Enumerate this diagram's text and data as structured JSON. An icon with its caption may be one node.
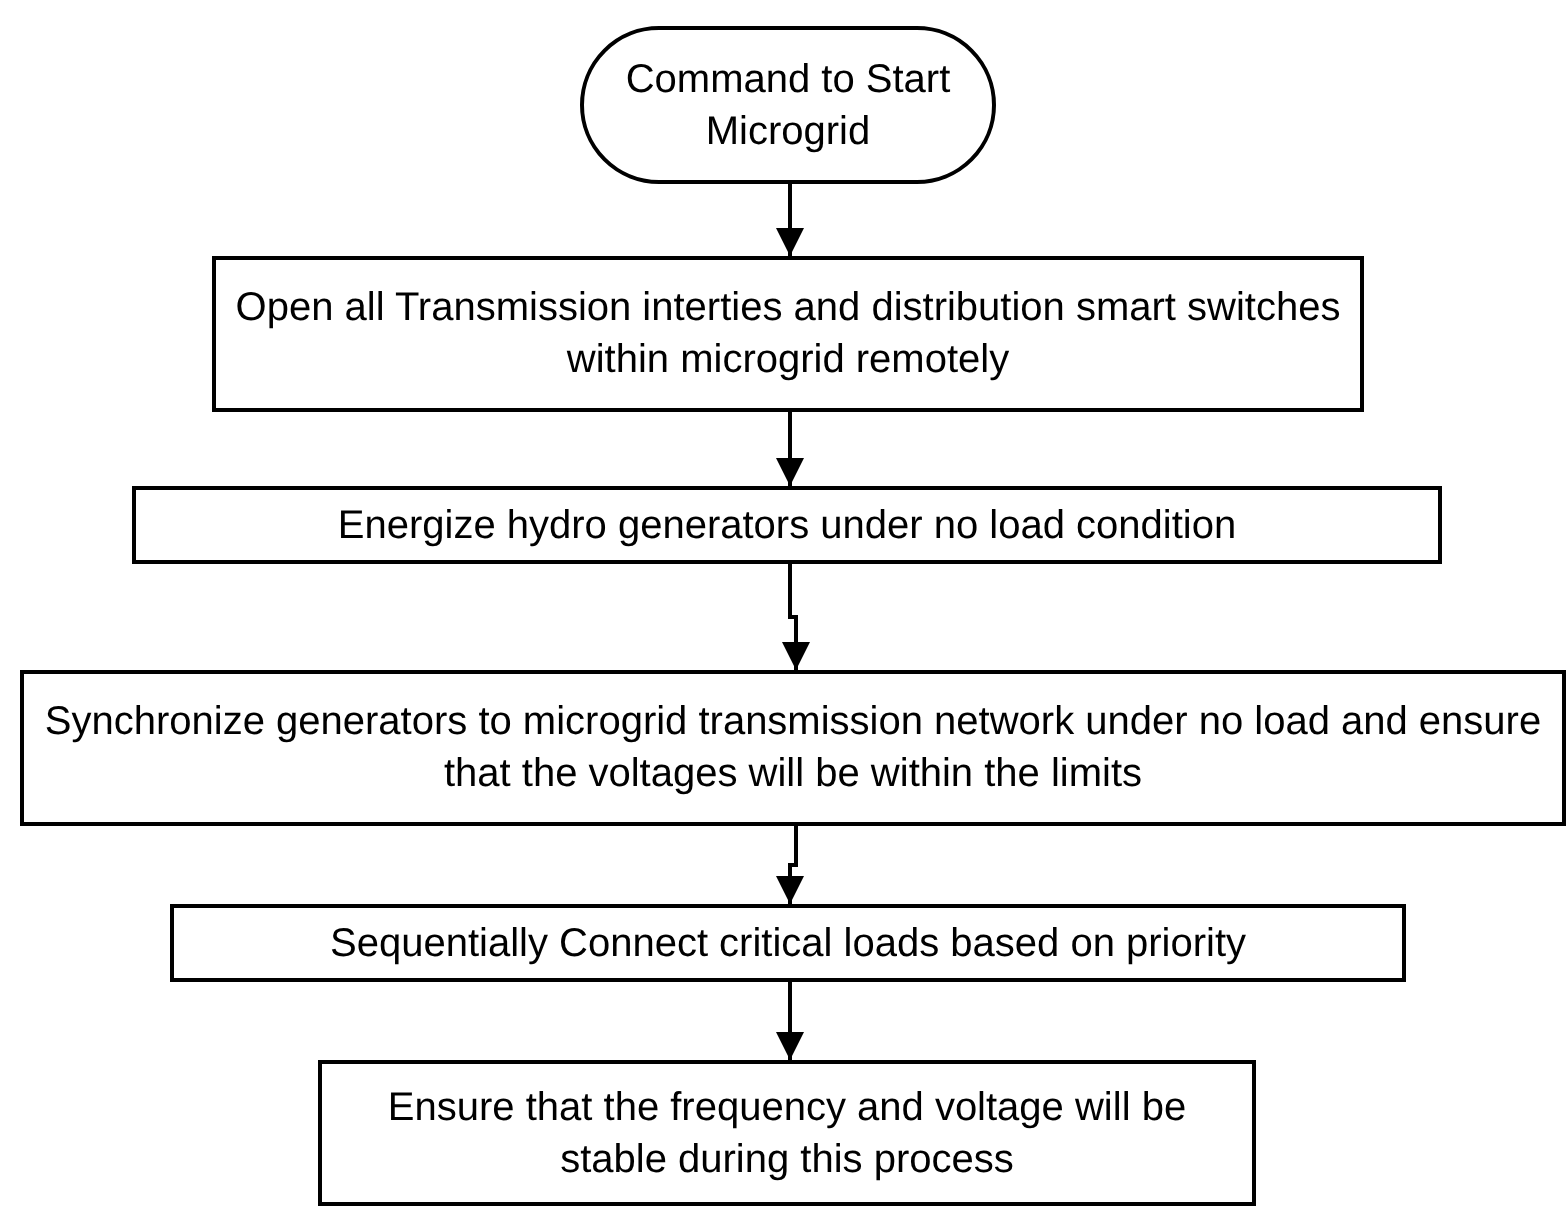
{
  "diagram": {
    "nodes": [
      {
        "text": [
          "Command to Start Microgrid"
        ]
      },
      {
        "text": [
          "Open all Transmission interties and distribution smart switches within microgrid remotely"
        ]
      },
      {
        "text": [
          "Energize hydro generators under no load condition"
        ]
      },
      {
        "text": [
          "Synchronize generators to microgrid transmission network under no load and ensure that the voltages will be within the limits"
        ]
      },
      {
        "text": [
          "Sequentially Connect critical loads based on priority"
        ]
      },
      {
        "text": [
          "Ensure that the frequency and voltage will be stable during this process"
        ]
      }
    ],
    "edges": [
      {
        "from": 0,
        "to": 1,
        "arrow": "to"
      },
      {
        "from": 1,
        "to": 2,
        "arrow": "to"
      },
      {
        "from": 2,
        "to": 3,
        "arrow": "to"
      },
      {
        "from": 3,
        "to": 4,
        "arrow": "to"
      },
      {
        "from": 4,
        "to": 5,
        "arrow": "to"
      }
    ]
  }
}
